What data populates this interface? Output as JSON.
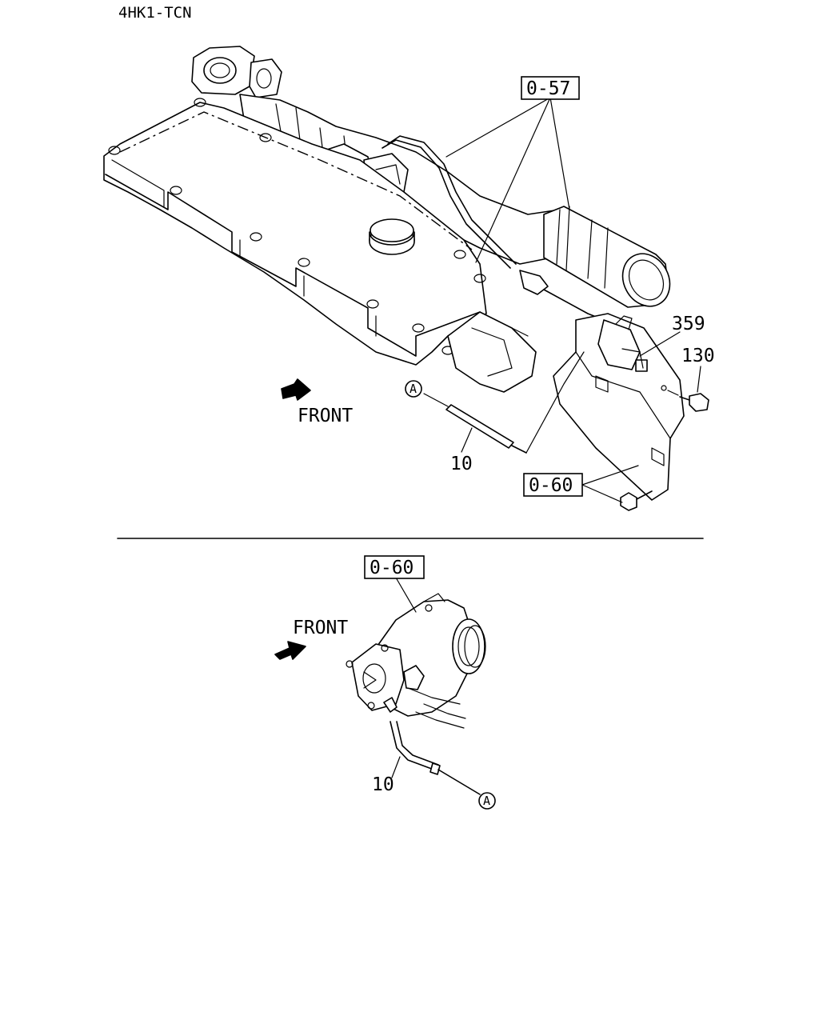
{
  "diagram": {
    "model": "4HK1-TCN",
    "upper": {
      "ref_oil_cooler": "0-57",
      "part_bracket": "359",
      "part_bolt": "130",
      "part_hose": "10",
      "ref_generator": "0-60",
      "connector": "A",
      "front": "FRONT"
    },
    "lower": {
      "ref_generator": "0-60",
      "part_hose": "10",
      "connector": "A",
      "front": "FRONT"
    }
  }
}
